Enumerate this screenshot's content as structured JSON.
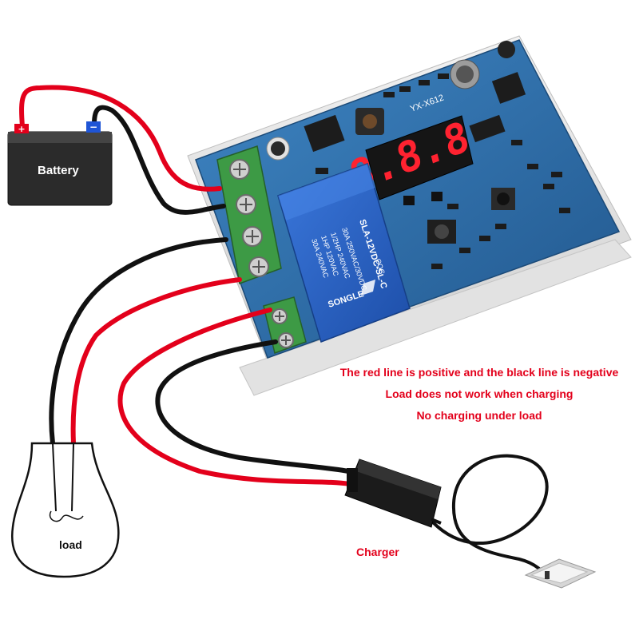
{
  "labels": {
    "battery": "Battery",
    "load": "load",
    "charger": "Charger"
  },
  "notes": [
    "The red line is positive and the black line is negative",
    "Load does not work when charging",
    "No charging under load"
  ],
  "board": {
    "display": "8.8.8",
    "model": "YX-X612",
    "relay_brand": "SONGLE",
    "relay_model": "SLA-12VDC-SL-C",
    "relay_rating_1": "30A 250VAC/30VDC",
    "relay_rating_2": "30A 240VAC",
    "relay_rating_3": "1HP 120VAC",
    "relay_rating_4": "1/2HP 240VAC",
    "relay_cert": "CQC"
  },
  "colors": {
    "wire_positive": "#e3001b",
    "wire_negative": "#111111",
    "note_text": "#e3001b",
    "board": "#2d6ea8",
    "relay": "#2a62c6",
    "terminal": "#3d9a45",
    "digit": "#ff2230"
  },
  "icons": [
    "battery-icon",
    "plus-icon",
    "minus-icon",
    "light-bulb-icon",
    "charger-icon",
    "wall-socket-icon",
    "relay-icon",
    "seven-segment-display-icon"
  ]
}
